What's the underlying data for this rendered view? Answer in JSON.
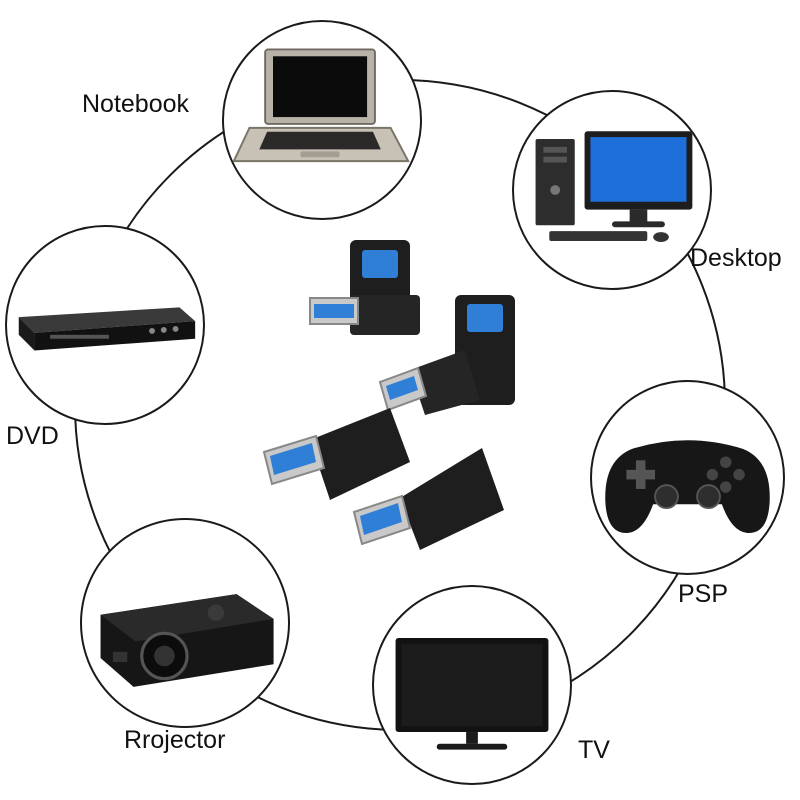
{
  "devices": [
    {
      "id": "notebook",
      "label": "Notebook",
      "icon": "laptop-icon"
    },
    {
      "id": "desktop",
      "label": "Desktop",
      "icon": "desktop-computer-icon"
    },
    {
      "id": "psp",
      "label": "PSP",
      "icon": "gamepad-icon"
    },
    {
      "id": "tv",
      "label": "TV",
      "icon": "monitor-icon"
    },
    {
      "id": "projector",
      "label": "Rrojector",
      "icon": "projector-icon"
    },
    {
      "id": "dvd",
      "label": "DVD",
      "icon": "dvd-player-icon"
    }
  ],
  "product": {
    "name": "usb-3-right-angle-adapters",
    "count": 4
  },
  "colors": {
    "ring": "#1a1a1a",
    "usb_blue": "#2f7fd6",
    "adapter_body": "#1e1e1e"
  }
}
